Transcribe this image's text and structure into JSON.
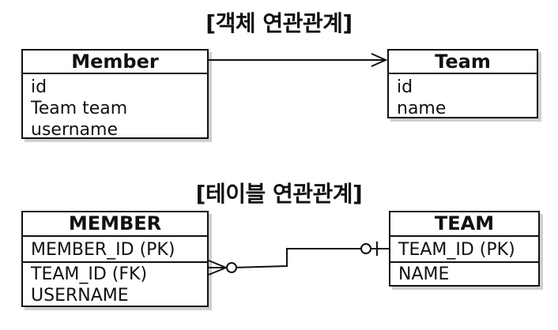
{
  "object_model": {
    "title": "[객체 연관관계]",
    "member": {
      "name": "Member",
      "fields": [
        "id",
        "Team team",
        "username"
      ]
    },
    "team": {
      "name": "Team",
      "fields": [
        "id",
        "name"
      ]
    }
  },
  "table_model": {
    "title": "[테이블 연관관계]",
    "member": {
      "name": "MEMBER",
      "pk_field": "MEMBER_ID (PK)",
      "fields": [
        "TEAM_ID (FK)",
        "USERNAME"
      ]
    },
    "team": {
      "name": "TEAM",
      "pk_field": "TEAM_ID (PK)",
      "fields": [
        "NAME"
      ]
    }
  }
}
